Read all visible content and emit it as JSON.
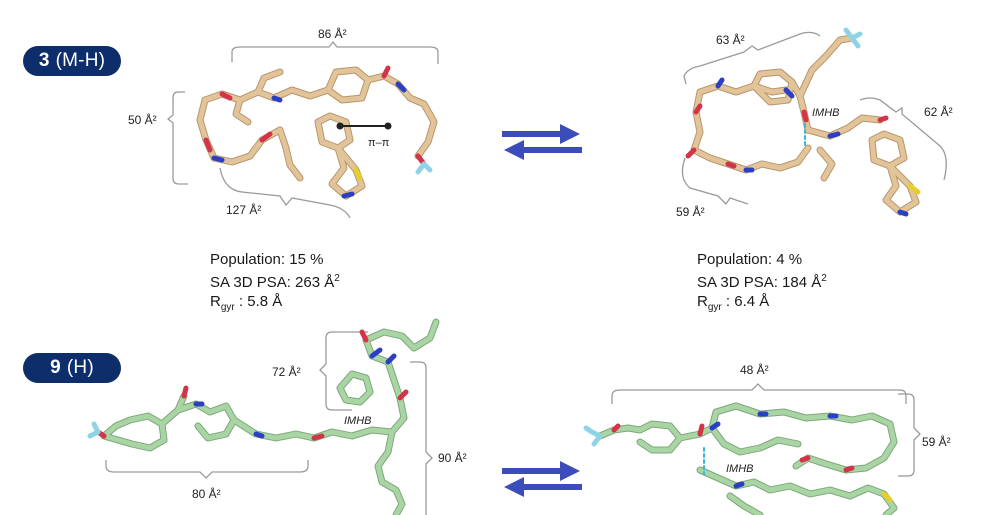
{
  "colors": {
    "badge_bg": "#0e2e6b",
    "tan_bond": "#e2c49a",
    "green_bond": "#a9d4a4",
    "oxygen": "#d2344a",
    "nitrogen": "#2b3fc4",
    "sulfur": "#e4cf2c",
    "fluorine": "#8fd4e6",
    "arrow": "#3c4dbb",
    "bracket": "#9a9a9a",
    "hbond": "#39b5e0"
  },
  "compound_3": {
    "number": "3",
    "state": "(M-H)",
    "conf_a": {
      "areas": [
        "86 Å²",
        "50 Å²",
        "127 Å²"
      ],
      "pi_label": "π–π",
      "population": "Population: 15 %",
      "psa_prefix": "SA 3D PSA: 263 Å",
      "psa_sup": "2",
      "rgyr_r": "R",
      "rgyr_sub": "gyr",
      "rgyr_value": " : 5.8 Å"
    },
    "conf_b": {
      "areas": [
        "63 Å²",
        "62 Å²",
        "59 Å²"
      ],
      "imhb": "IMHB",
      "population": "Population: 4 %",
      "psa_prefix": "SA 3D PSA: 184 Å",
      "psa_sup": "2",
      "rgyr_r": "R",
      "rgyr_sub": "gyr",
      "rgyr_value": " : 6.4 Å"
    }
  },
  "compound_9": {
    "number": "9",
    "state": "(H)",
    "conf_a": {
      "areas": [
        "72 Å²",
        "90 Å²",
        "80 Å²"
      ],
      "imhb": "IMHB"
    },
    "conf_b": {
      "areas": [
        "48 Å²",
        "59 Å²"
      ],
      "imhb": "IMHB"
    }
  }
}
